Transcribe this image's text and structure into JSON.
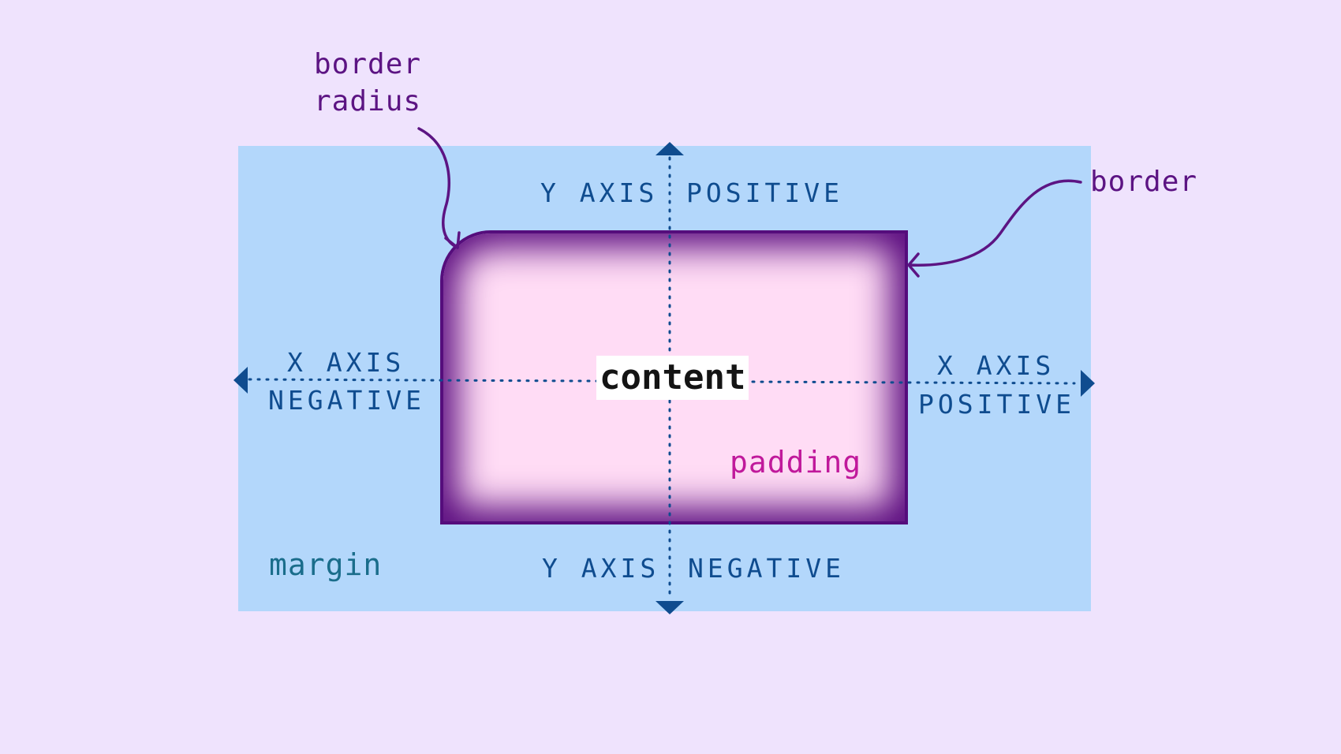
{
  "labels": {
    "border_radius_line1": "border",
    "border_radius_line2": "radius",
    "border": "border",
    "y_axis_positive_left": "Y AXIS",
    "y_axis_positive_right": "POSITIVE",
    "y_axis_negative_left": "Y AXIS",
    "y_axis_negative_right": "NEGATIVE",
    "x_axis_negative_line1": "X AXIS",
    "x_axis_negative_line2": "NEGATIVE",
    "x_axis_positive_line1": "X AXIS",
    "x_axis_positive_line2": "POSITIVE",
    "content": "content",
    "padding": "padding",
    "margin": "margin"
  },
  "colors": {
    "background": "#efe3fd",
    "margin_fill": "#b3d7fb",
    "border": "#550d7c",
    "padding_fill": "#ffdcf5",
    "axis": "#0f4c8f",
    "annotation": "#5c1483",
    "padding_text": "#c0199b",
    "margin_text": "#1a6d8b"
  }
}
